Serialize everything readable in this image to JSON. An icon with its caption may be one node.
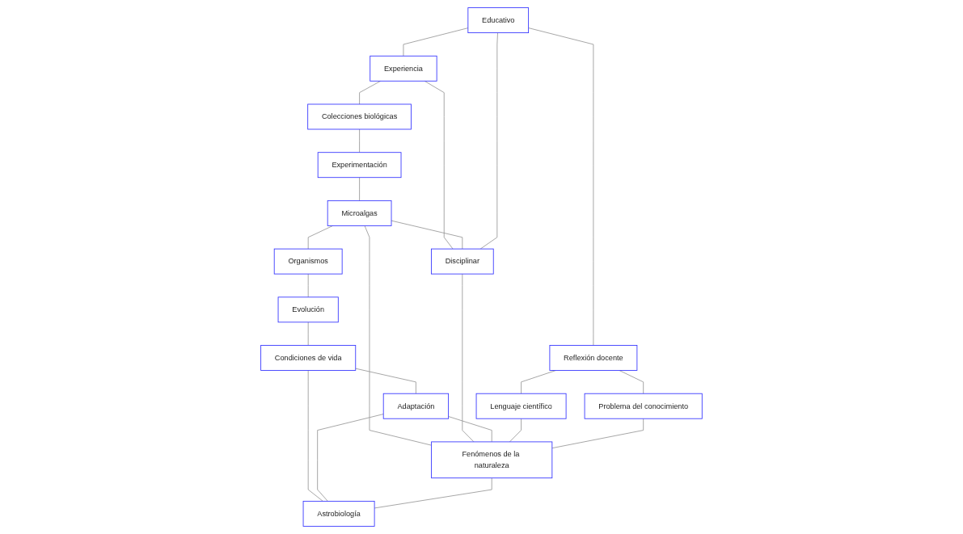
{
  "diagram": {
    "nodes": [
      {
        "text": [
          "Experiencia"
        ]
      },
      {
        "text": [
          "Colecciones biológicas"
        ]
      },
      {
        "text": [
          "Experimentación"
        ]
      },
      {
        "text": [
          "Organismos"
        ]
      },
      {
        "text": [
          "Educativo"
        ]
      },
      {
        "text": [
          "Evolución"
        ]
      },
      {
        "text": [
          "Microalgas"
        ]
      },
      {
        "text": [
          "Disciplinar"
        ]
      },
      {
        "text": [
          "Condiciones de vida"
        ]
      },
      {
        "text": [
          "Reflexión docente"
        ]
      },
      {
        "text": [
          "Adaptación"
        ]
      },
      {
        "text": [
          "Lenguaje científico"
        ]
      },
      {
        "text": [
          "Fenómenos de la naturaleza"
        ]
      },
      {
        "text": [
          "Astrobiología"
        ]
      },
      {
        "text": [
          "Problema del conocimiento"
        ]
      }
    ],
    "edges": [
      {
        "from": 0,
        "to": 1,
        "arrow": "none"
      },
      {
        "from": 1,
        "to": 2,
        "arrow": "none"
      },
      {
        "from": 4,
        "to": 0,
        "arrow": "none"
      },
      {
        "from": 0,
        "to": 7,
        "arrow": "none"
      },
      {
        "from": 6,
        "to": 7,
        "arrow": "none"
      },
      {
        "from": 2,
        "to": 6,
        "arrow": "none"
      },
      {
        "from": 6,
        "to": 3,
        "arrow": "none"
      },
      {
        "from": 3,
        "to": 5,
        "arrow": "none"
      },
      {
        "from": 4,
        "to": 7,
        "arrow": "none"
      },
      {
        "from": 4,
        "to": 9,
        "arrow": "none"
      },
      {
        "from": 6,
        "to": 12,
        "arrow": "none"
      },
      {
        "from": 7,
        "to": 12,
        "arrow": "none"
      },
      {
        "from": 5,
        "to": 8,
        "arrow": "none"
      },
      {
        "from": 8,
        "to": 10,
        "arrow": "none"
      },
      {
        "from": 8,
        "to": 13,
        "arrow": "none"
      },
      {
        "from": 10,
        "to": 12,
        "arrow": "none"
      },
      {
        "from": 10,
        "to": 13,
        "arrow": "none"
      },
      {
        "from": 9,
        "to": 11,
        "arrow": "none"
      },
      {
        "from": 11,
        "to": 12,
        "arrow": "none"
      },
      {
        "from": 9,
        "to": 14,
        "arrow": "none"
      },
      {
        "from": 12,
        "to": 13,
        "arrow": "none"
      },
      {
        "from": 14,
        "to": 12,
        "arrow": "none"
      }
    ]
  }
}
